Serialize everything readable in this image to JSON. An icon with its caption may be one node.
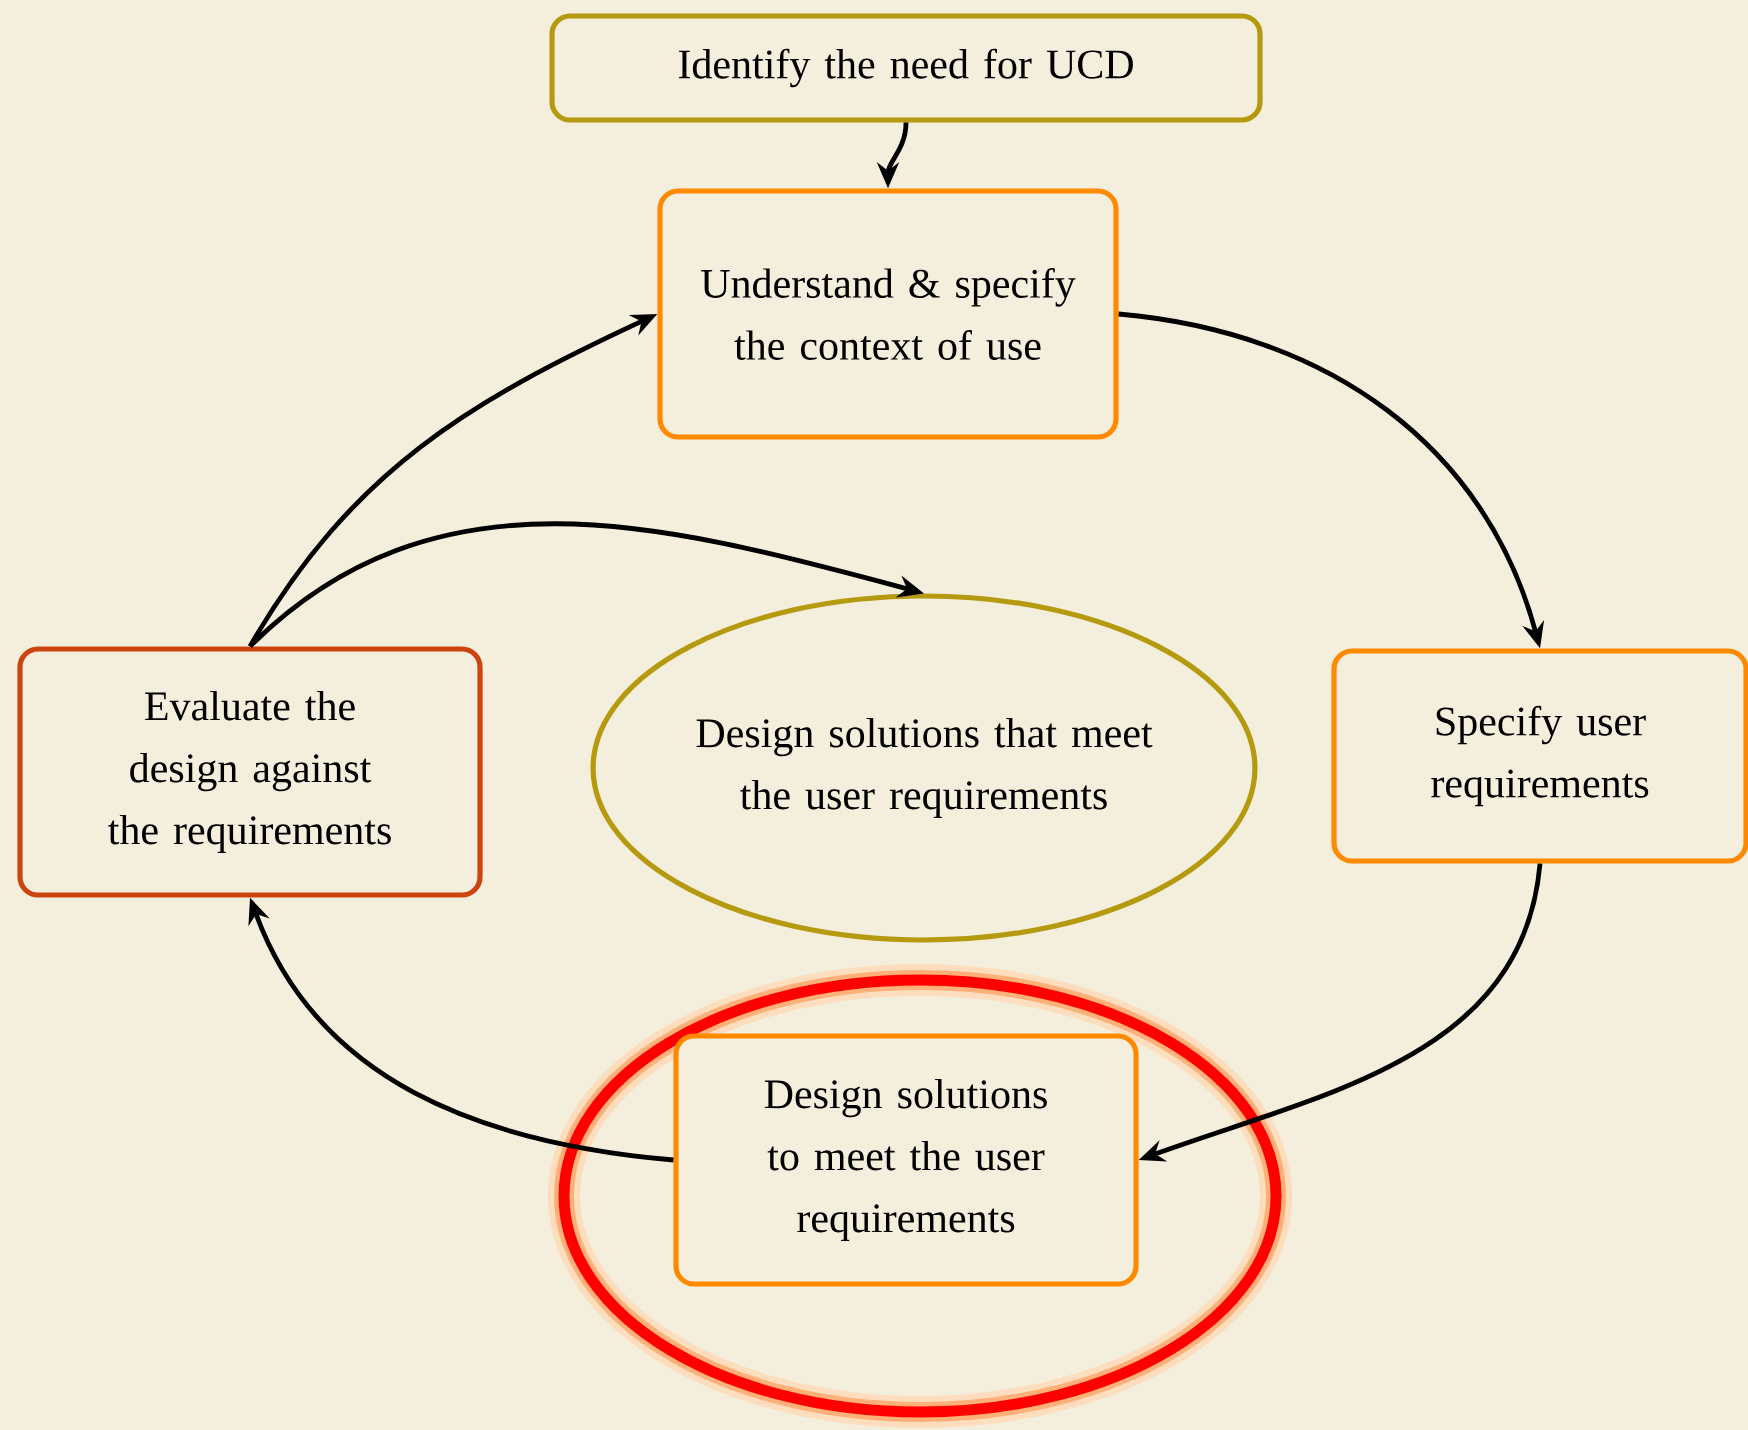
{
  "diagram": {
    "nodes": [
      {
        "text": [
          "Identify the need for UCD"
        ]
      },
      {
        "text": [
          "Understand & specify the context of use"
        ]
      },
      {
        "text": [
          "Specify user requirements"
        ]
      },
      {
        "text": [
          "Design solutions to meet the user requirements"
        ]
      },
      {
        "text": [
          "Evaluate the design against the requirements"
        ]
      },
      {
        "text": [
          "Design solutions that meet the user requirements"
        ]
      }
    ],
    "edges": [
      {
        "from": 0,
        "to": 1,
        "arrow": "to"
      },
      {
        "from": 1,
        "to": 2,
        "arrow": "to"
      },
      {
        "from": 2,
        "to": 3,
        "arrow": "to"
      },
      {
        "from": 3,
        "to": 4,
        "arrow": "to"
      },
      {
        "from": 4,
        "to": 1,
        "arrow": "to"
      },
      {
        "from": 4,
        "to": 5,
        "arrow": "to"
      }
    ]
  }
}
